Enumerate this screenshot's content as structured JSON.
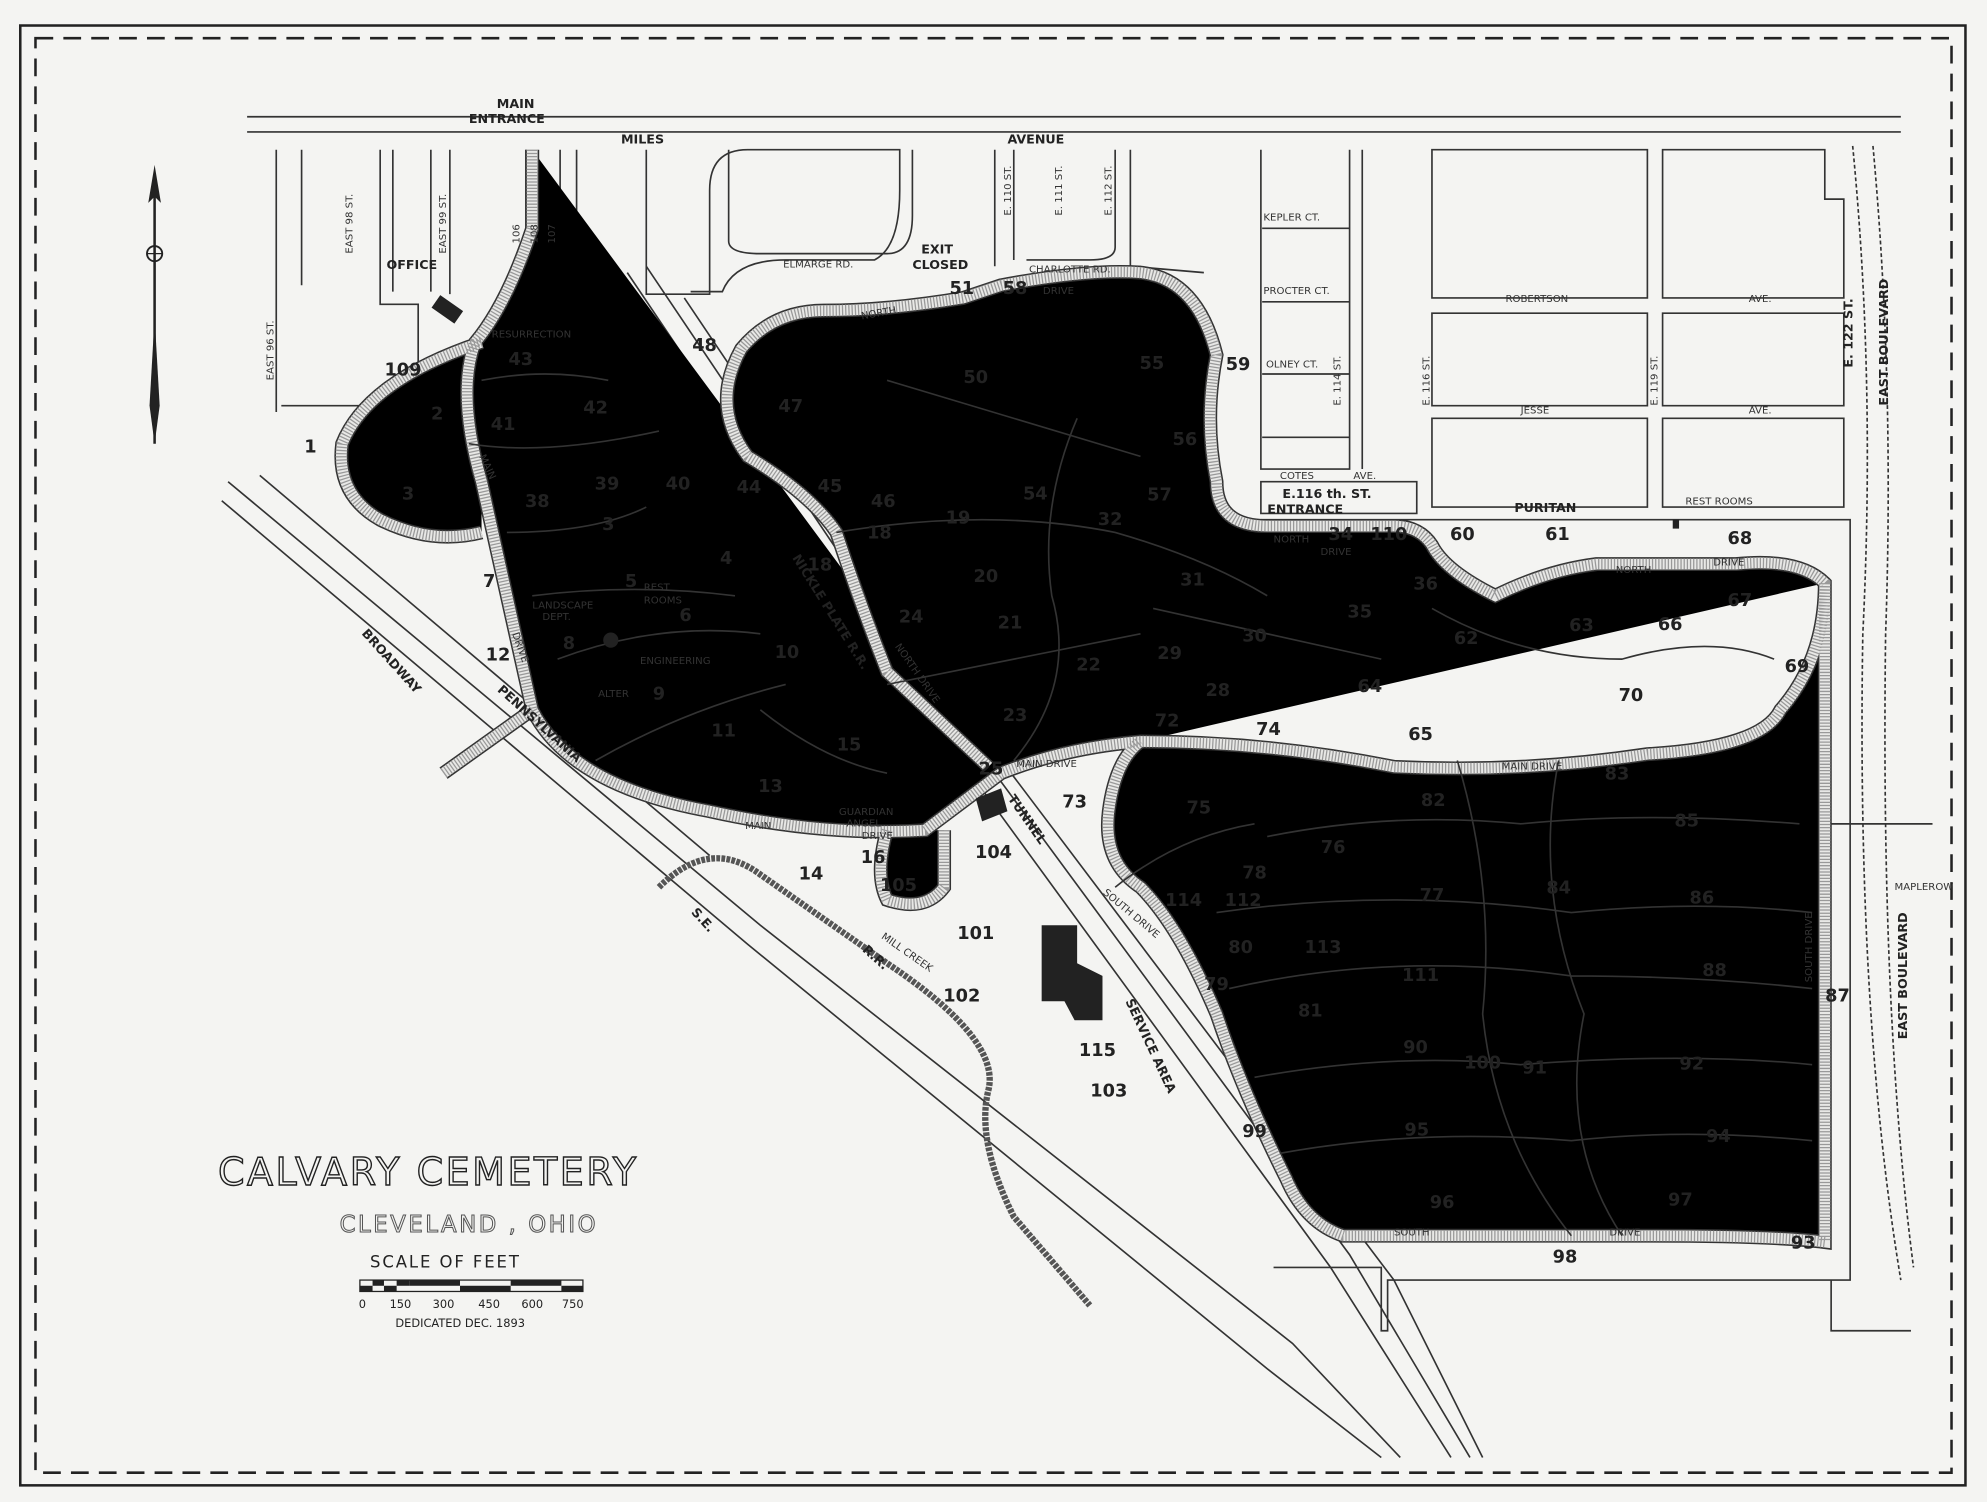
{
  "title": "CALVARY CEMETERY",
  "subtitle": "CLEVELAND , OHIO",
  "scale": {
    "label": "SCALE OF FEET",
    "ticks": [
      "0",
      "150",
      "300",
      "450",
      "600",
      "750"
    ]
  },
  "dedicated": "DEDICATED DEC. 1893",
  "streets": {
    "miles": "MILES",
    "avenue": "AVENUE",
    "main_entrance_1": "MAIN",
    "main_entrance_2": "ENTRANCE",
    "e96": "EAST 96 ST.",
    "e98": "EAST 98 ST.",
    "e99": "EAST 99 ST.",
    "s106": "106",
    "s108": "108",
    "s107": "107",
    "e110": "E. 110 ST.",
    "e111": "E. 111 ST.",
    "e112": "E. 112 ST.",
    "elmarge": "ELMARGE RD.",
    "charlotte": "CHARLOTTE RD.",
    "exit_1": "EXIT",
    "exit_2": "CLOSED",
    "kepler": "KEPLER CT.",
    "procter": "PROCTER CT.",
    "olney": "OLNEY CT.",
    "cotes": "COTES",
    "cotes_ave": "AVE.",
    "e114": "E. 114 ST.",
    "e116": "E. 116 ST.",
    "e119": "E. 119 ST.",
    "robertson": "ROBERTSON",
    "robertson_ave": "AVE.",
    "jesse": "JESSE",
    "jesse_ave": "AVE.",
    "e122": "E. 122 ST.",
    "east_blvd_1": "EAST BOULEVARD",
    "east_blvd_2": "EAST BOULEVARD",
    "maplerow": "MAPLEROW",
    "puritan": "PURITAN",
    "entrance116_1": "E.116 th. ST.",
    "entrance116_2": "ENTRANCE",
    "broadway": "BROADWAY",
    "se": "S.E.",
    "pennsylvania": "PENNSYLVANIA",
    "penn_rr": "R.R.",
    "nickle": "NICKLE PLATE R.R.",
    "mill_creek": "MILL CREEK",
    "tunnel": "TUNNEL",
    "service_area": "SERVICE AREA"
  },
  "landmarks": {
    "office": "OFFICE",
    "resurrection": "RESURRECTION",
    "landscape_1": "LANDSCAPE",
    "landscape_2": "DEPT.",
    "rest_rooms_1": "REST",
    "rest_rooms_2": "ROOMS",
    "rest_rooms_east": "REST ROOMS",
    "engineering": "ENGINEERING",
    "alter": "ALTER",
    "guardian_1": "GUARDIAN",
    "guardian_2": "ANGEL"
  },
  "drives": {
    "north": "NORTH DRIVE",
    "main": "MAIN DRIVE",
    "south": "SOUTH DRIVE",
    "north_w": "NORTH",
    "drive_w": "DRIVE",
    "main_w": "MAIN",
    "south_w": "SOUTH"
  },
  "sections": [
    "1",
    "2",
    "3",
    "109",
    "43",
    "41",
    "42",
    "38",
    "39",
    "40",
    "44",
    "48",
    "47",
    "50",
    "55",
    "59",
    "56",
    "54",
    "57",
    "32",
    "46",
    "19",
    "18",
    "7",
    "12",
    "8",
    "5",
    "6",
    "4",
    "18",
    "10",
    "9",
    "11",
    "13",
    "15",
    "14",
    "16",
    "105",
    "20",
    "24",
    "21",
    "22",
    "23",
    "25",
    "31",
    "30",
    "29",
    "28",
    "72",
    "74",
    "34",
    "110",
    "60",
    "61",
    "68",
    "36",
    "35",
    "62",
    "63",
    "66",
    "67",
    "69",
    "70",
    "64",
    "65",
    "83",
    "82",
    "73",
    "75",
    "76",
    "85",
    "84",
    "77",
    "86",
    "78",
    "112",
    "114",
    "80",
    "113",
    "104",
    "101",
    "102",
    "111",
    "88",
    "87",
    "79",
    "81",
    "90",
    "100",
    "91",
    "92",
    "103",
    "99",
    "95",
    "94",
    "96",
    "97",
    "93",
    "98",
    "58",
    "51",
    "115",
    "45",
    "3"
  ]
}
